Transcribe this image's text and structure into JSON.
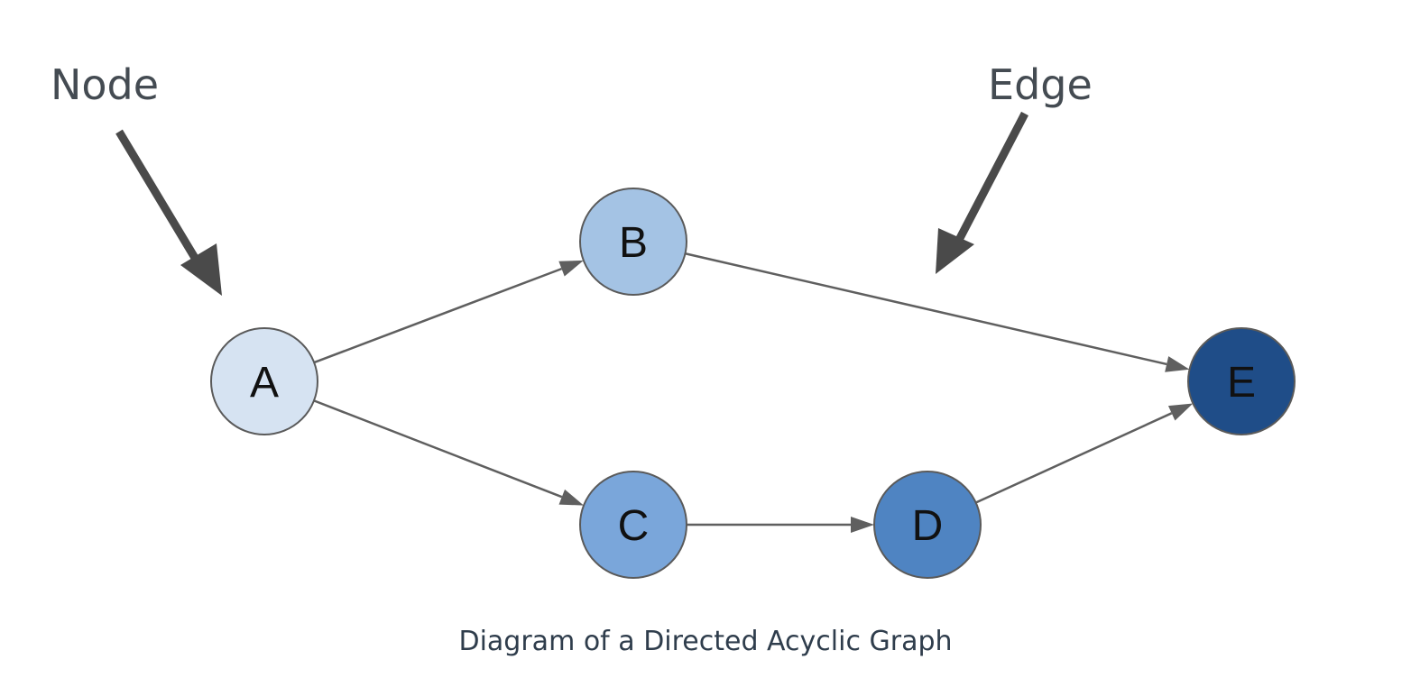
{
  "caption": "Diagram of a Directed Acyclic Graph",
  "annotations": {
    "node_label": "Node",
    "edge_label": "Edge"
  },
  "nodes": [
    {
      "id": "A",
      "label": "A",
      "fill": "#d6e3f2",
      "text_color": "#111111"
    },
    {
      "id": "B",
      "label": "B",
      "fill": "#a4c3e4",
      "text_color": "#111111"
    },
    {
      "id": "C",
      "label": "C",
      "fill": "#7aa6da",
      "text_color": "#111111"
    },
    {
      "id": "D",
      "label": "D",
      "fill": "#4f84c2",
      "text_color": "#111111"
    },
    {
      "id": "E",
      "label": "E",
      "fill": "#1f4d88",
      "text_color": "#111111"
    }
  ],
  "edges": [
    {
      "from": "A",
      "to": "B"
    },
    {
      "from": "A",
      "to": "C"
    },
    {
      "from": "B",
      "to": "E"
    },
    {
      "from": "C",
      "to": "D"
    },
    {
      "from": "D",
      "to": "E"
    }
  ],
  "colors": {
    "edge": "#5f5f5f",
    "annotation_arrow": "#4a4a4a",
    "node_stroke": "#5a5a5a"
  }
}
